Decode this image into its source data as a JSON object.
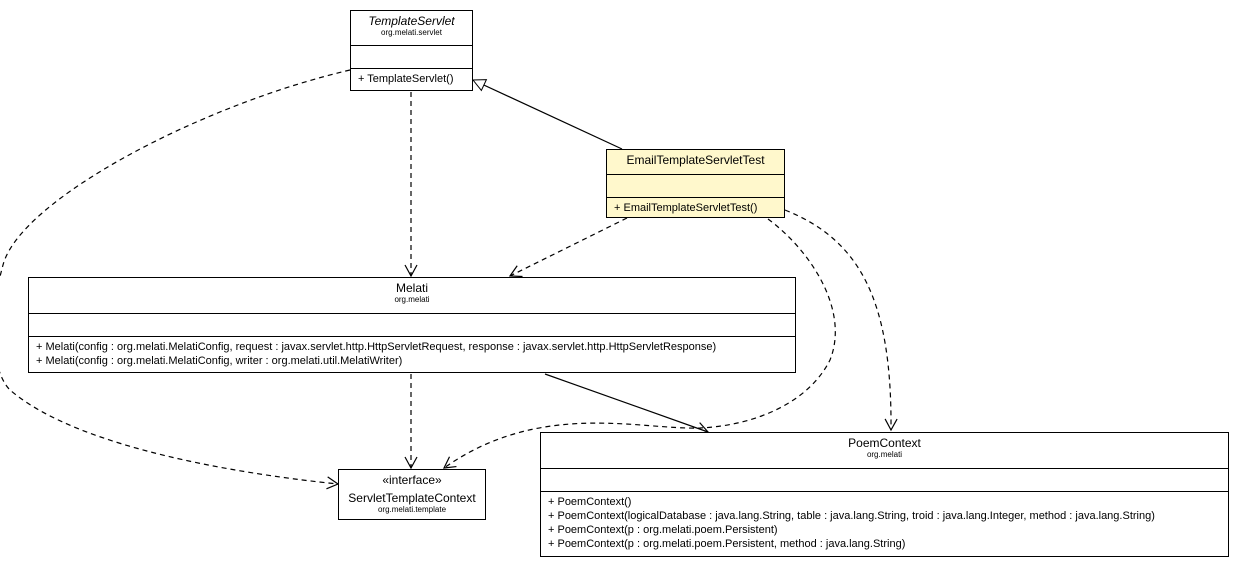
{
  "classes": {
    "template_servlet": {
      "name": "TemplateServlet",
      "package": "org.melati.servlet",
      "operations": [
        "+ TemplateServlet()"
      ]
    },
    "email_template_servlet_test": {
      "name": "EmailTemplateServletTest",
      "operations": [
        "+ EmailTemplateServletTest()"
      ]
    },
    "melati": {
      "name": "Melati",
      "package": "org.melati",
      "operations": [
        "+ Melati(config : org.melati.MelatiConfig, request : javax.servlet.http.HttpServletRequest, response : javax.servlet.http.HttpServletResponse)",
        "+ Melati(config : org.melati.MelatiConfig, writer : org.melati.util.MelatiWriter)"
      ]
    },
    "servlet_template_context": {
      "stereotype": "«interface»",
      "name": "ServletTemplateContext",
      "package": "org.melati.template"
    },
    "poem_context": {
      "name": "PoemContext",
      "package": "org.melati",
      "operations": [
        "+ PoemContext()",
        "+ PoemContext(logicalDatabase : java.lang.String, table : java.lang.String, troid : java.lang.Integer, method : java.lang.String)",
        "+ PoemContext(p : org.melati.poem.Persistent)",
        "+ PoemContext(p : org.melati.poem.Persistent, method : java.lang.String)"
      ]
    }
  },
  "colors": {
    "highlight_fill": "#fff8cc",
    "line": "#000000"
  }
}
